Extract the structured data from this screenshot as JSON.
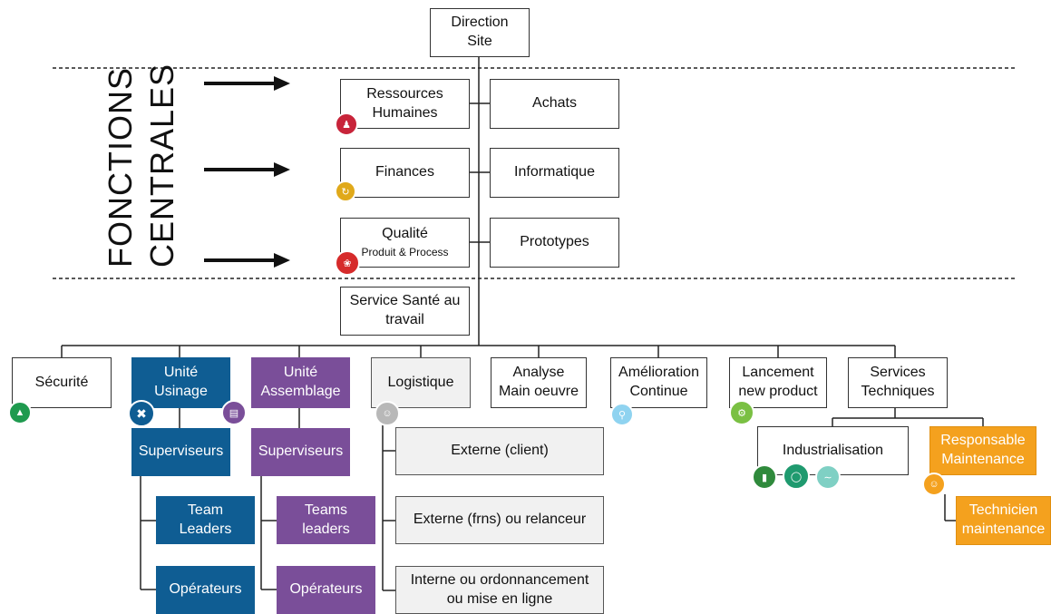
{
  "direction": "Direction\nSite",
  "fonctions_label_1": "FONCTIONS",
  "fonctions_label_2": "CENTRALES",
  "central": {
    "rh": "Ressources\nHumaines",
    "achats": "Achats",
    "finances": "Finances",
    "informatique": "Informatique",
    "qualite": "Qualité",
    "qualite_sub": "Produit & Process",
    "prototypes": "Prototypes"
  },
  "sante": "Service Santé au\ntravail",
  "departments": {
    "securite": "Sécurité",
    "usinage": "Unité\nUsinage",
    "assemblage": "Unité\nAssemblage",
    "logistique": "Logistique",
    "analyse": "Analyse\nMain oeuvre",
    "amelioration": "Amélioration\nContinue",
    "lancement": "Lancement\nnew product",
    "services": "Services\nTechniques"
  },
  "usinage_sub": {
    "superviseurs": "Superviseurs",
    "team_leaders": "Team\nLeaders",
    "operateurs": "Opérateurs"
  },
  "assemblage_sub": {
    "superviseurs": "Superviseurs",
    "teams_leaders": "Teams\nleaders",
    "operateurs": "Opérateurs"
  },
  "logistique_sub": {
    "externe_client": "Externe (client)",
    "externe_frns": "Externe (frns) ou  relanceur",
    "interne": "Interne ou ordonnancement\nou mise en ligne"
  },
  "services_sub": {
    "industrialisation": "Industrialisation",
    "responsable": "Responsable\nMaintenance",
    "technicien": "Technicien\nmaintenance"
  },
  "colors": {
    "usinage": "#0f5d93",
    "assemblage": "#7a4e99",
    "maintenance": "#f4a11e",
    "logistique_bg": "#f1f1f1"
  }
}
